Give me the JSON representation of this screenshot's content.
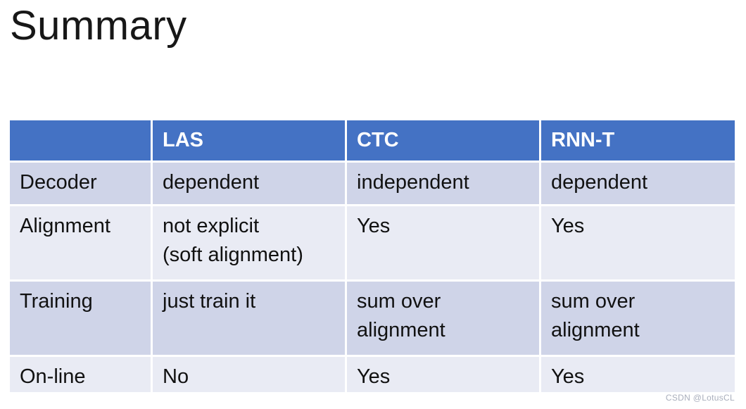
{
  "title": "Summary",
  "table": {
    "header": [
      "",
      "LAS",
      "CTC",
      "RNN-T"
    ],
    "rows": [
      {
        "label": "Decoder",
        "cells": [
          "dependent",
          "independent",
          "dependent"
        ]
      },
      {
        "label": "Alignment",
        "cells": [
          "not explicit\n(soft alignment)",
          "Yes",
          "Yes"
        ]
      },
      {
        "label": "Training",
        "cells": [
          "just train it",
          "sum over\nalignment",
          "sum over\nalignment"
        ]
      },
      {
        "label": "On-line",
        "cells": [
          "No",
          "Yes",
          "Yes"
        ]
      }
    ]
  },
  "colors": {
    "header_bg": "#4472C4",
    "header_text": "#ffffff",
    "band_dark": "#CFD4E8",
    "band_light": "#E9EBF4"
  },
  "watermark": "CSDN @LotusCL"
}
